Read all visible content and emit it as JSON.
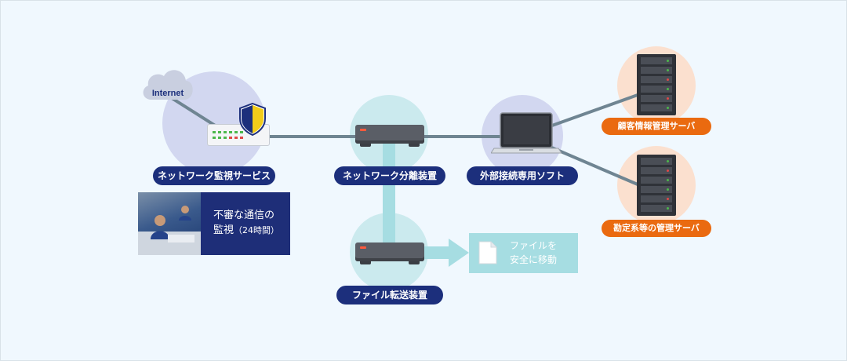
{
  "cloud": {
    "label": "Internet"
  },
  "nodes": {
    "monitoring": {
      "label": "ネットワーク監視サービス"
    },
    "separator": {
      "label": "ネットワーク分離装置"
    },
    "remote": {
      "label": "外部接続専用ソフト"
    },
    "transfer": {
      "label": "ファイル転送装置"
    },
    "customer_server": {
      "label": "顧客情報管理サーバ"
    },
    "accounting_server": {
      "label": "勘定系等の管理サーバ"
    }
  },
  "notice": {
    "line1": "不審な通信の",
    "line2": "監視",
    "line2_sub": "（24時間）"
  },
  "file_move": {
    "line1": "ファイルを",
    "line2": "安全に移動"
  },
  "colors": {
    "navy": "#1c2f7c",
    "orange": "#ea6a10",
    "teal": "#a6dde2",
    "halo_purple": "#d2d7f0",
    "halo_teal": "#cbeaee",
    "halo_orange": "#fbe0cf",
    "line": "#6f8592",
    "background": "#f0f8fe"
  },
  "icons": [
    "cloud-icon",
    "router-icon",
    "shield-icon",
    "network-device-icon",
    "laptop-icon",
    "server-rack-icon",
    "document-icon",
    "arrow-right-icon"
  ]
}
